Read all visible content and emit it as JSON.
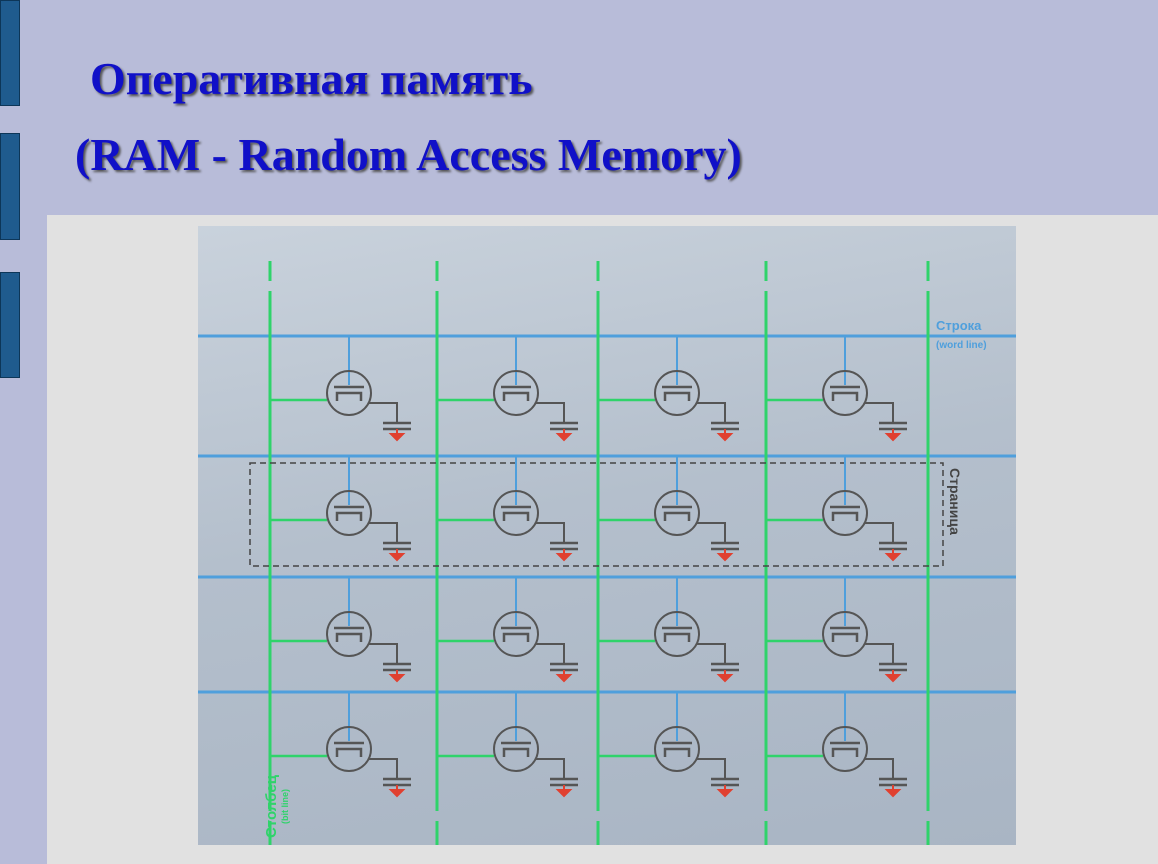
{
  "slide": {
    "title_line1": "Оперативная память",
    "title_line2": "(RAM - Random Access Memory)"
  },
  "diagram": {
    "rows": 4,
    "columns": 4,
    "word_line_label": "Строка",
    "word_line_sublabel": "(word line)",
    "bit_line_label": "Столбец",
    "bit_line_sublabel": "(bit line)",
    "page_label": "Страница",
    "colors": {
      "word_line": "#4f9fdc",
      "bit_line": "#2fd36a",
      "cell": "#555555",
      "ground": "#e04030"
    }
  }
}
